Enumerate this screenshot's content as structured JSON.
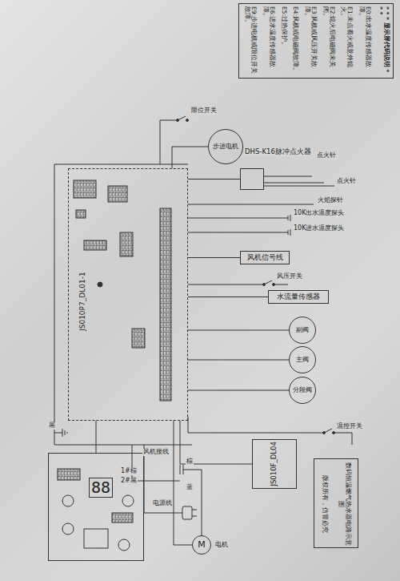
{
  "diagram": {
    "nodes": [
      {
        "text": [
          "* * * 显示屏代码说明 * * *",
          "E0:出水温度传感器故障。",
          "E1:未点着火或意外熄火。",
          "E2:熄火后电磁阀未关闭。",
          "E3:风机或风压开关故障。",
          "E4:风机或电磁阀故障。",
          "E5:过热保护。",
          "E6:进水温度传感器故障。",
          "E9:步进电机或限位开关故障。"
        ]
      },
      {
        "text": [
          "步进电机"
        ]
      },
      {
        "text": [
          "DHS-K16脉冲点火器"
        ]
      },
      {
        "text": [
          "JS010P7_DL01-1"
        ]
      },
      {
        "text": [
          "风机信号线"
        ]
      },
      {
        "text": [
          "水流量传感器"
        ]
      },
      {
        "text": [
          "副阀"
        ]
      },
      {
        "text": [
          "主阀"
        ]
      },
      {
        "text": [
          "分段阀"
        ]
      },
      {
        "text": [
          "JS010F_DL04"
        ]
      },
      {
        "text": [
          "88"
        ]
      },
      {
        "text": [
          "M"
        ]
      },
      {
        "text": [
          "数码恒温燃气热水器电路示意图",
          "版权所有，仿冒必究"
        ]
      }
    ],
    "edges": [
      {
        "from": 3,
        "to": 1,
        "arrow": "none"
      },
      {
        "from": 3,
        "to": 2,
        "arrow": "none"
      },
      {
        "from": 3,
        "to": 4,
        "arrow": "none"
      },
      {
        "from": 3,
        "to": 5,
        "arrow": "none"
      },
      {
        "from": 3,
        "to": 6,
        "arrow": "none"
      },
      {
        "from": 3,
        "to": 7,
        "arrow": "none"
      },
      {
        "from": 3,
        "to": 8,
        "arrow": "none"
      },
      {
        "from": 3,
        "to": 9,
        "arrow": "none"
      },
      {
        "from": 3,
        "to": 10,
        "arrow": "none"
      },
      {
        "from": 3,
        "to": 11,
        "arrow": "none"
      }
    ],
    "labels": [
      "限位开关",
      "点火针",
      "点火针",
      "火焰探针",
      "10K出水温度探头",
      "10K进水温度探头",
      "风压开关",
      "温控开关",
      "黑",
      "风机接线",
      "1#棕",
      "2#黑",
      "棕",
      "蓝",
      "电源线",
      "电机"
    ]
  }
}
